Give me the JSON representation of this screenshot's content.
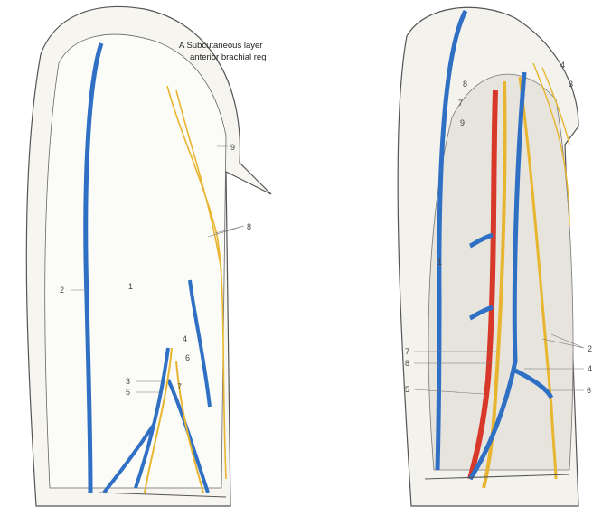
{
  "caption": {
    "line1": "A Subcutaneous layer",
    "line2": "anterior brachial reg"
  },
  "left_figure": {
    "labels": [
      "9",
      "8",
      "2",
      "1",
      "4",
      "6",
      "3",
      "7",
      "5"
    ]
  },
  "right_figure": {
    "labels": [
      "4",
      "8",
      "3",
      "7",
      "9",
      "1",
      "2",
      "7",
      "8",
      "4",
      "5",
      "6"
    ]
  },
  "colors": {
    "vein": "#2f6fc4",
    "nerve": "#e8b530",
    "artery": "#d8382a",
    "skin": "#f4f3ee",
    "outline": "#555555"
  }
}
